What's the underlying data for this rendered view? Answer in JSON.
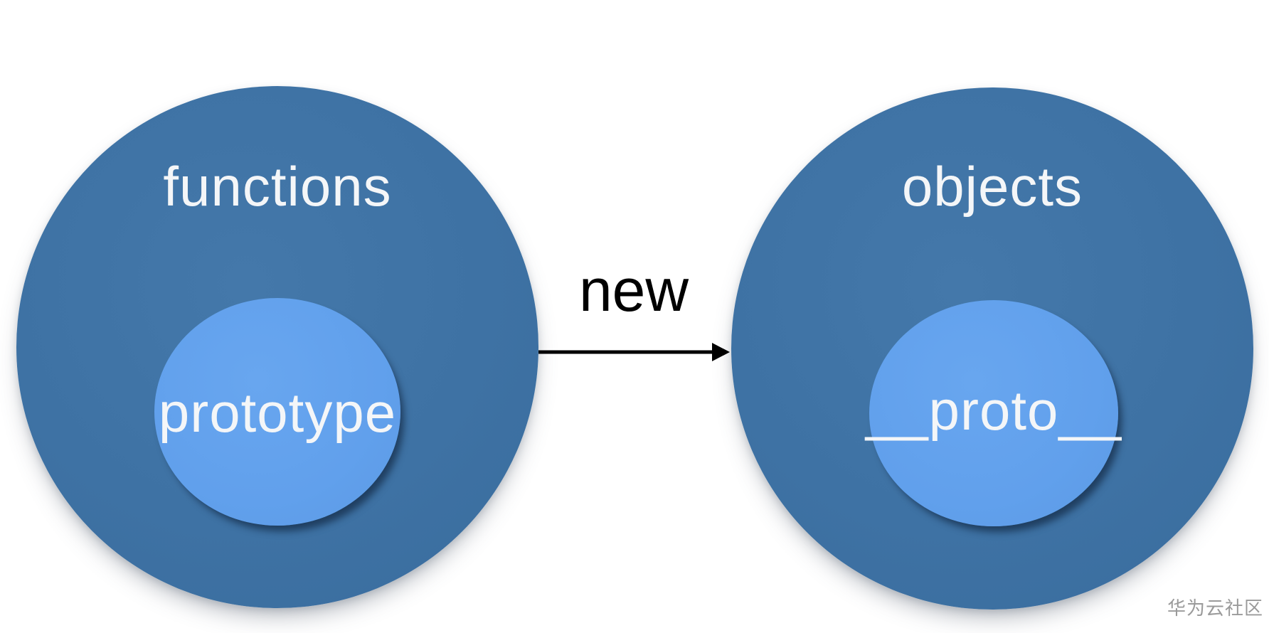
{
  "diagram": {
    "left": {
      "outer_label": "functions",
      "inner_label": "prototype"
    },
    "right": {
      "outer_label": "objects",
      "inner_label": "__proto__"
    },
    "arrow": {
      "label": "new"
    },
    "watermark": "华为云社区",
    "colors": {
      "outer_circle": "#3e72a4",
      "outer_circle_highlight": "#4478aa",
      "outer_circle_shade": "#3a6c9d",
      "inner_circle": "#61a0ec",
      "inner_circle_highlight": "#68a6ef",
      "inner_circle_shade": "#5c9ae4",
      "label_text": "#f4f6f8",
      "arrow": "#000000",
      "watermark": "#9a9a9a"
    }
  }
}
